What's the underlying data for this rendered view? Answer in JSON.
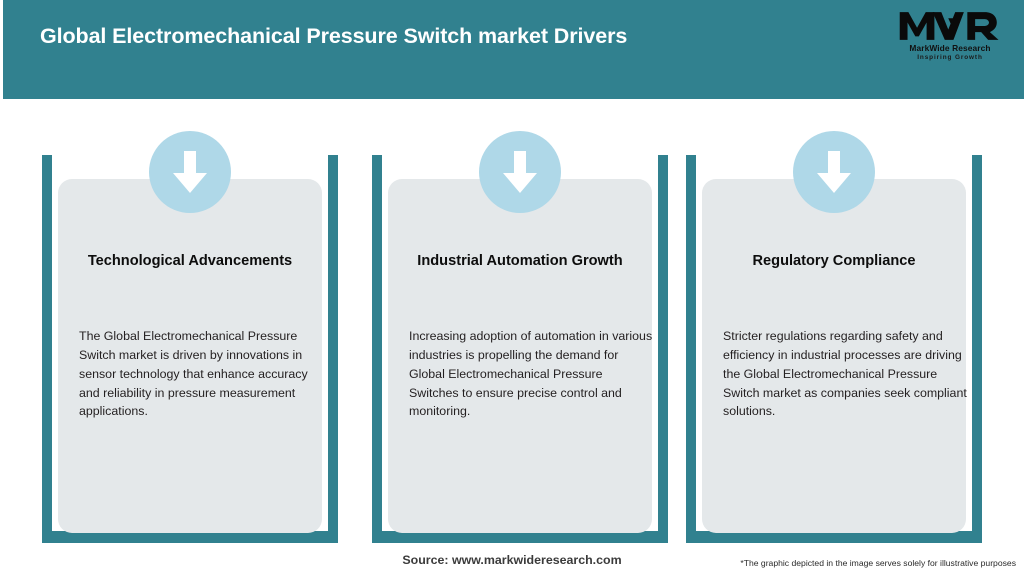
{
  "header": {
    "title": "Global Electromechanical Pressure Switch market Drivers",
    "background_color": "#31818F",
    "title_color": "#FFFFFF"
  },
  "logo": {
    "mark": "MWR",
    "name": "MarkWide Research",
    "tagline": "Inspiring Growth"
  },
  "cards": [
    {
      "icon": "arrow-down-icon",
      "heading": "Technological Advancements",
      "body": "The Global Electromechanical Pressure Switch market is driven by innovations in sensor technology that enhance accuracy and reliability in pressure measurement applications."
    },
    {
      "icon": "arrow-down-icon",
      "heading": "Industrial Automation Growth",
      "body": "Increasing adoption of automation in various industries is propelling the demand for Global Electromechanical Pressure Switches to ensure precise control and monitoring."
    },
    {
      "icon": "arrow-down-icon",
      "heading": "Regulatory Compliance",
      "body": "Stricter regulations regarding safety and efficiency in industrial processes are driving the Global Electromechanical Pressure Switch market as companies seek compliant solutions."
    }
  ],
  "footer": {
    "source": "Source: www.markwideresearch.com",
    "disclaimer": "*The graphic depicted in the image serves solely for illustrative purposes"
  },
  "colors": {
    "teal": "#31818F",
    "panel_gray": "#E4E8EA",
    "badge_blue": "#AFD8E8",
    "arrow_white": "#FFFFFF"
  }
}
